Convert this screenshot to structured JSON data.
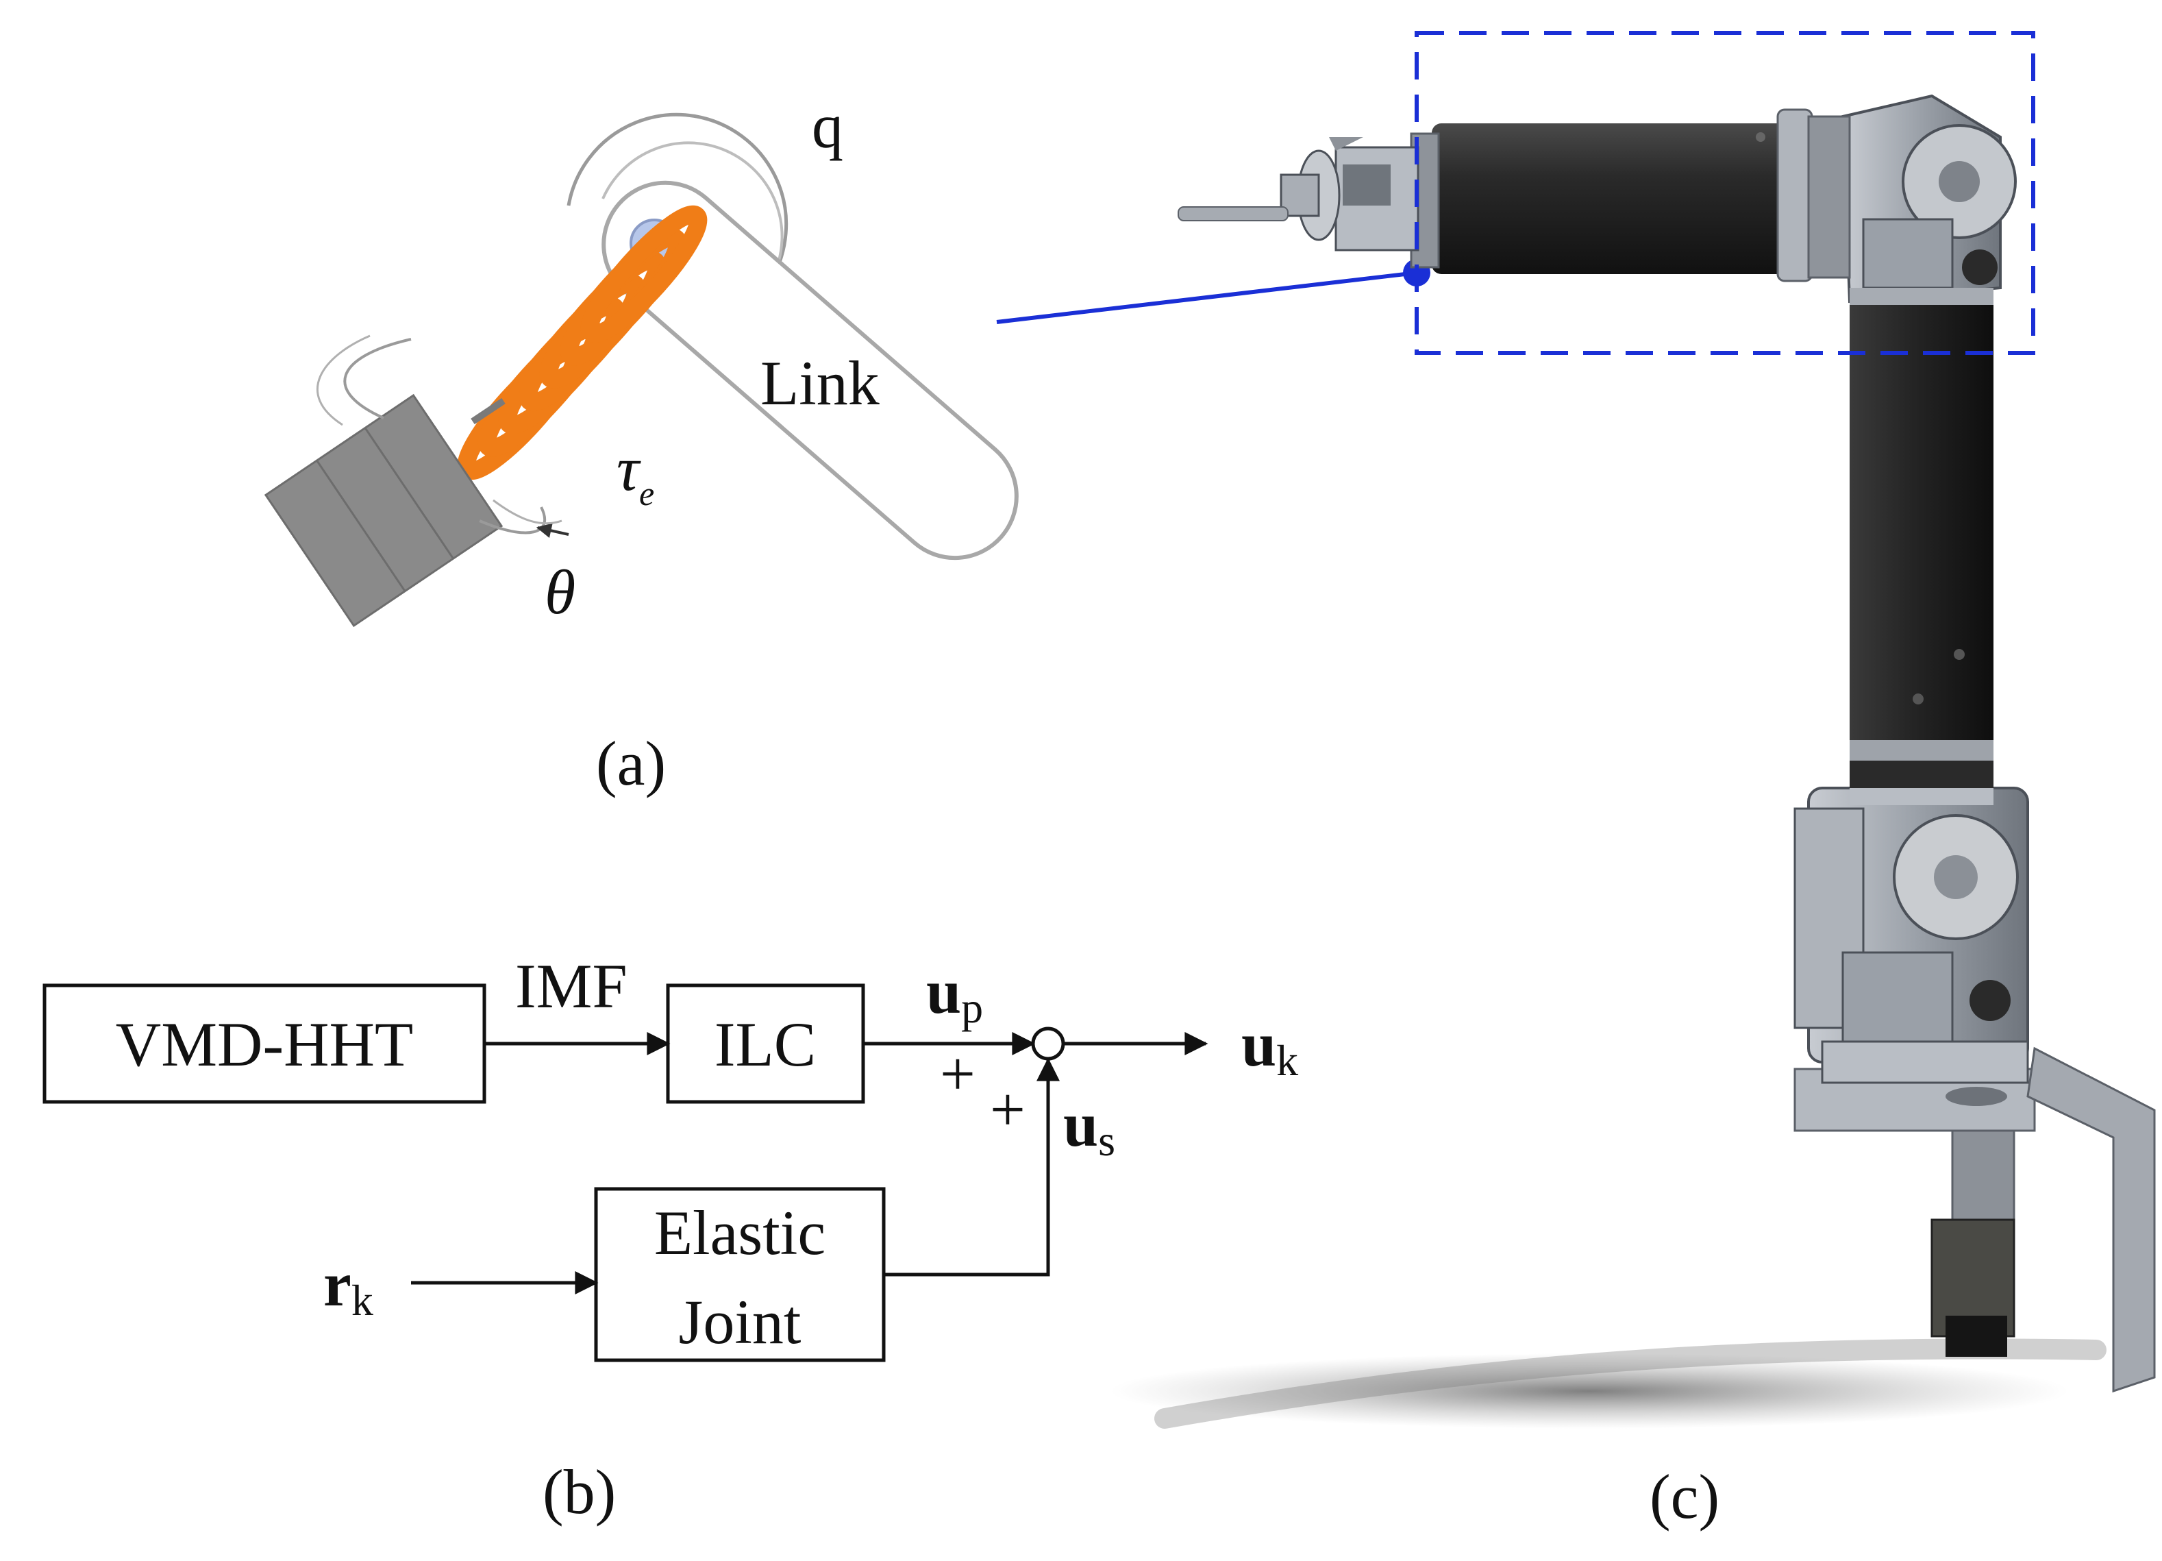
{
  "panel_a": {
    "caption": "(a)",
    "label_q": "q",
    "label_link": "Link",
    "label_tau": "τ",
    "label_tau_sub": "e",
    "label_theta": "θ",
    "colors": {
      "spring": "#f07d17",
      "motor": "#8a8a8a",
      "pin": "#b7c7ea",
      "link_fill": "#ffffff"
    }
  },
  "panel_b": {
    "caption": "(b)",
    "block_vmd": "VMD-HHT",
    "block_ilc": "ILC",
    "block_elastic_line1": "Elastic",
    "block_elastic_line2": "Joint",
    "label_imf": "IMF",
    "label_up": "u",
    "label_up_sub": "p",
    "label_uk": "u",
    "label_uk_sub": "k",
    "label_us": "u",
    "label_us_sub": "s",
    "label_rk": "r",
    "label_rk_sub": "k",
    "plus1": "+",
    "plus2": "+"
  },
  "panel_c": {
    "caption": "(c)",
    "colors": {
      "highlight": "#1a2fd6",
      "tube": "#2b2b2b",
      "metal": "#9aa0a8"
    }
  }
}
